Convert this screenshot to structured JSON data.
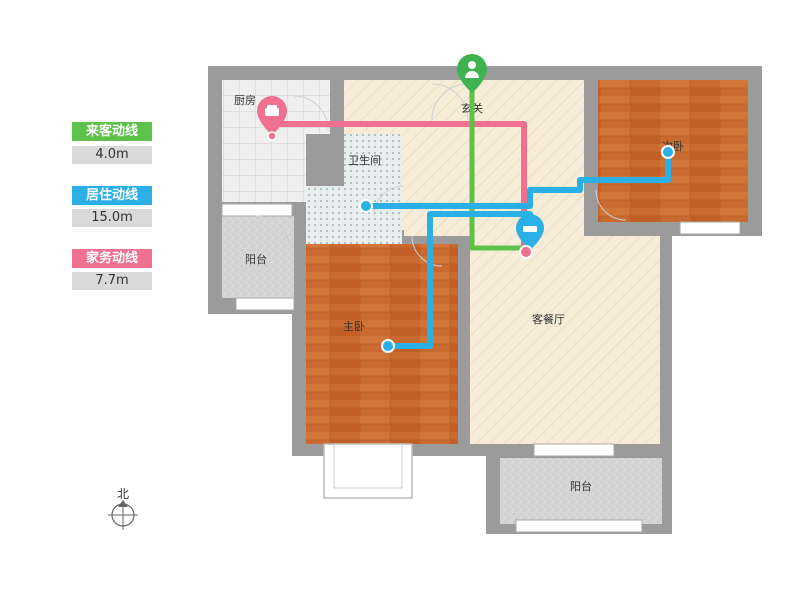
{
  "legend": [
    {
      "name": "来客动线",
      "value": "4.0m",
      "color": "#5cc24a"
    },
    {
      "name": "居住动线",
      "value": "15.0m",
      "color": "#2bb0e6"
    },
    {
      "name": "家务动线",
      "value": "7.7m",
      "color": "#f0708f"
    }
  ],
  "rooms": {
    "kitchen": "厨房",
    "entrance": "玄关",
    "bathroom": "卫生间",
    "second_bedroom": "次卧",
    "balcony_left": "阳台",
    "master_bedroom": "主卧",
    "living_dining": "客餐厅",
    "balcony_bottom": "阳台"
  },
  "compass": {
    "label": "北"
  },
  "colors": {
    "wall": "#999999",
    "floor_wood": "#c9692e",
    "floor_living": "#f6ecd8",
    "tile": "#eeeeee",
    "guest_line": "#5cc24a",
    "living_line": "#2bb0e6",
    "chore_line": "#f0708f"
  }
}
